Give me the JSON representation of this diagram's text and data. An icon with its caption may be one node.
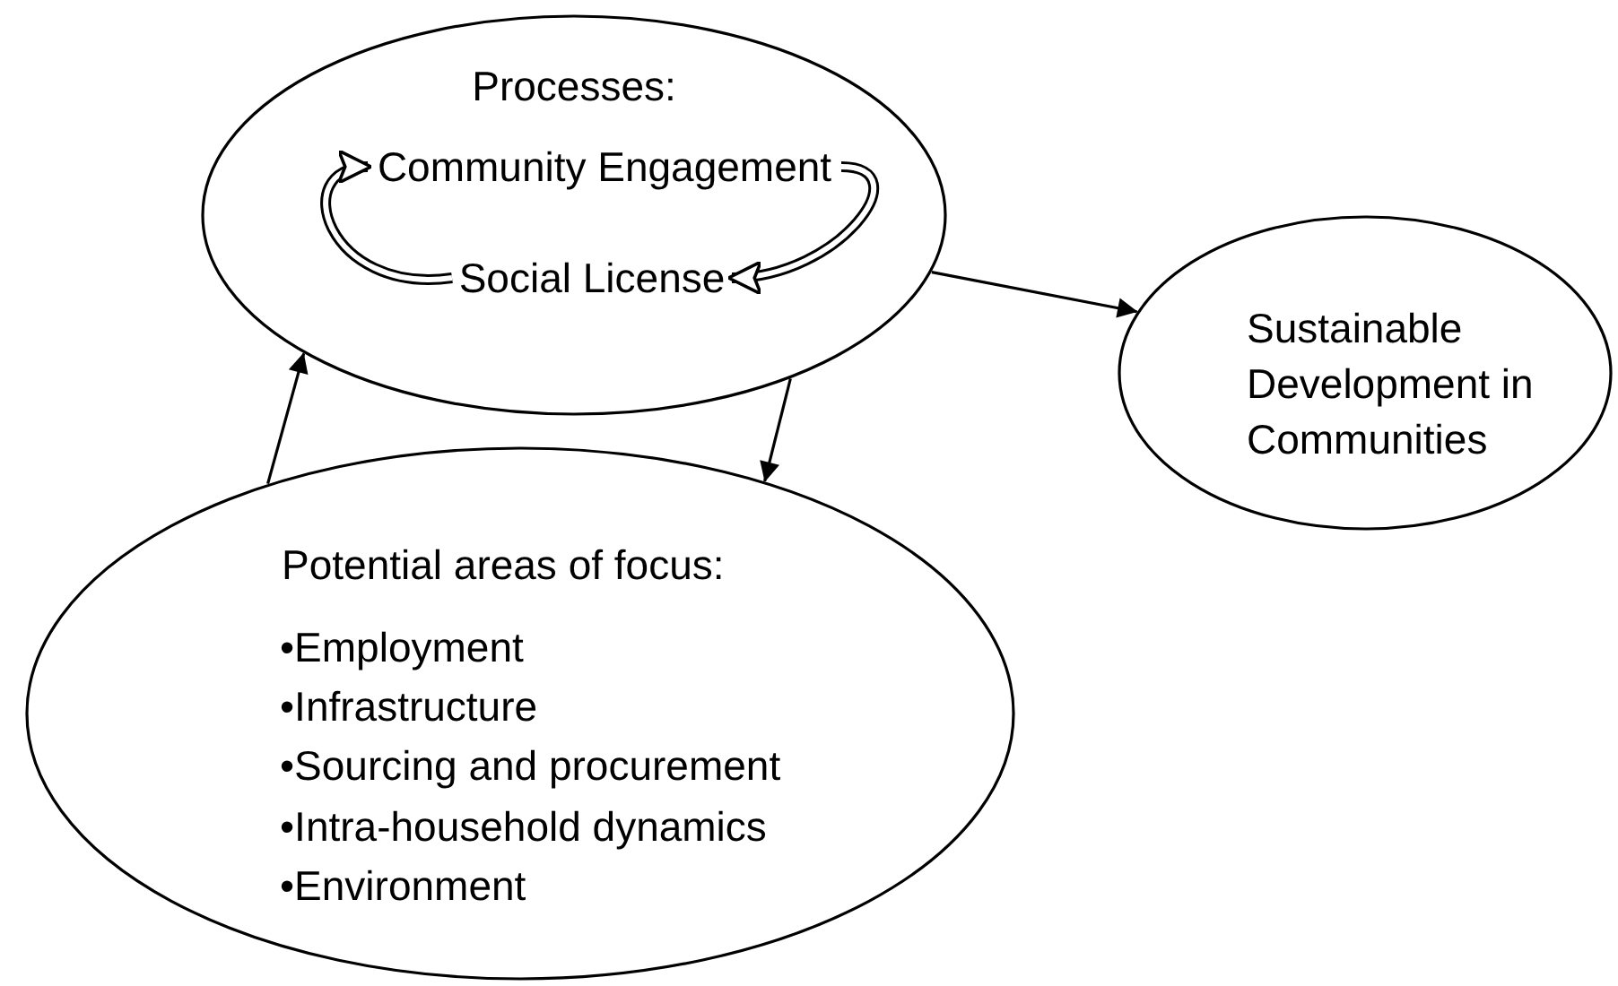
{
  "diagram": {
    "nodes": [
      {
        "text": [
          "Processes:"
        ]
      },
      {
        "text": [
          "Community Engagement"
        ],
        "in": 0
      },
      {
        "text": [
          "Social License"
        ],
        "in": 0
      },
      {
        "text": [
          "Sustainable Development in Communities"
        ]
      },
      {
        "text": [
          "Potential areas of focus:",
          "•Employment",
          "•Infrastructure",
          "•Sourcing and procurement",
          "•Intra-household dynamics",
          "•Environment"
        ]
      }
    ],
    "edges": [
      {
        "from": 2,
        "to": 1,
        "arrow": "to",
        "style": "thick"
      },
      {
        "from": 1,
        "to": 2,
        "arrow": "to",
        "style": "thick"
      },
      {
        "from": 0,
        "to": 3,
        "arrow": "to"
      },
      {
        "from": 0,
        "to": 4,
        "arrow": "to"
      },
      {
        "from": 4,
        "to": 0,
        "arrow": "to"
      }
    ]
  }
}
